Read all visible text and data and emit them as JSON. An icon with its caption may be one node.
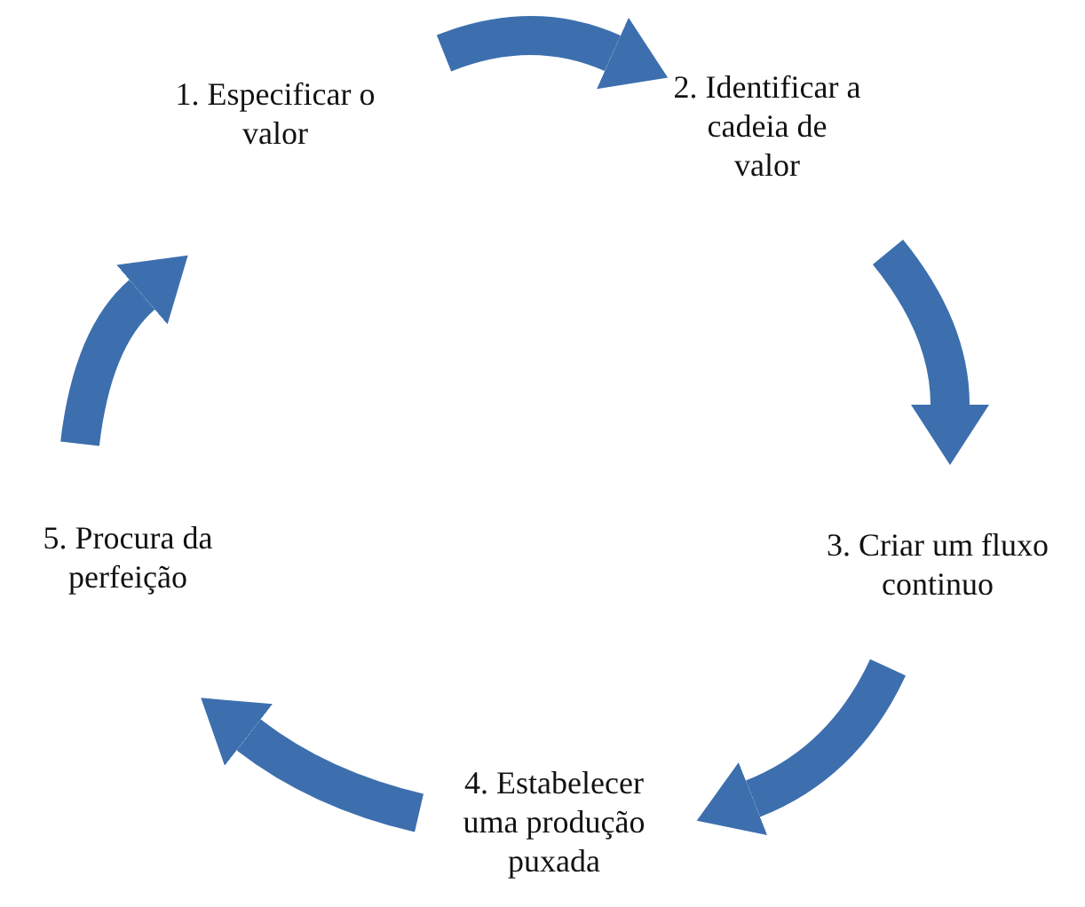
{
  "diagram": {
    "nodes": [
      {
        "text": [
          "1. Especificar o valor"
        ]
      },
      {
        "text": [
          "2. Identificar a cadeia de valor"
        ]
      },
      {
        "text": [
          "3. Criar um fluxo continuo"
        ]
      },
      {
        "text": [
          "4. Estabelecer uma produção puxada"
        ]
      },
      {
        "text": [
          "5. Procura da perfeição"
        ]
      }
    ],
    "edges": [
      {
        "from": 0,
        "to": 1,
        "arrow": "to"
      },
      {
        "from": 1,
        "to": 2,
        "arrow": "to"
      },
      {
        "from": 2,
        "to": 3,
        "arrow": "to"
      },
      {
        "from": 3,
        "to": 4,
        "arrow": "to"
      },
      {
        "from": 4,
        "to": 0,
        "arrow": "to"
      }
    ]
  }
}
